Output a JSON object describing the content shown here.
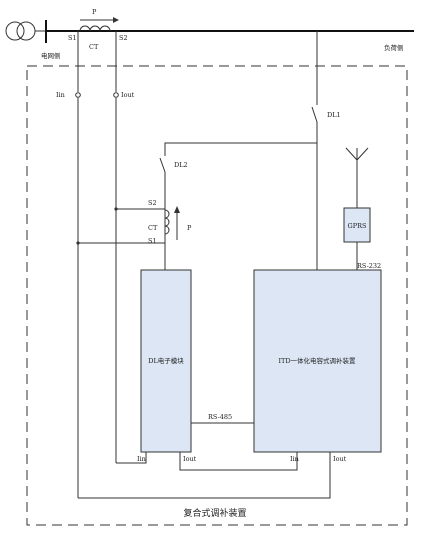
{
  "labels": {
    "grid_side": "电网侧",
    "load_side": "负荷侧",
    "top_p": "P",
    "top_ct": "CT",
    "top_s1": "S1",
    "top_s2": "S2",
    "iin_top": "Iin",
    "iout_top": "Iout",
    "dl1": "DL1",
    "dl2": "DL2",
    "mid_s2": "S2",
    "mid_ct": "CT",
    "mid_s1": "S1",
    "mid_p": "P",
    "gprs": "GPRS",
    "rs232": "RS-232",
    "rs485": "RS-485",
    "dl_module": "DL电子模块",
    "itd_device": "ITD一体化电容式调补装置",
    "dl_iin": "Iin",
    "dl_iout": "Iout",
    "itd_iin": "Iin",
    "itd_iout": "Iout",
    "composite": "复合式调补装置"
  }
}
